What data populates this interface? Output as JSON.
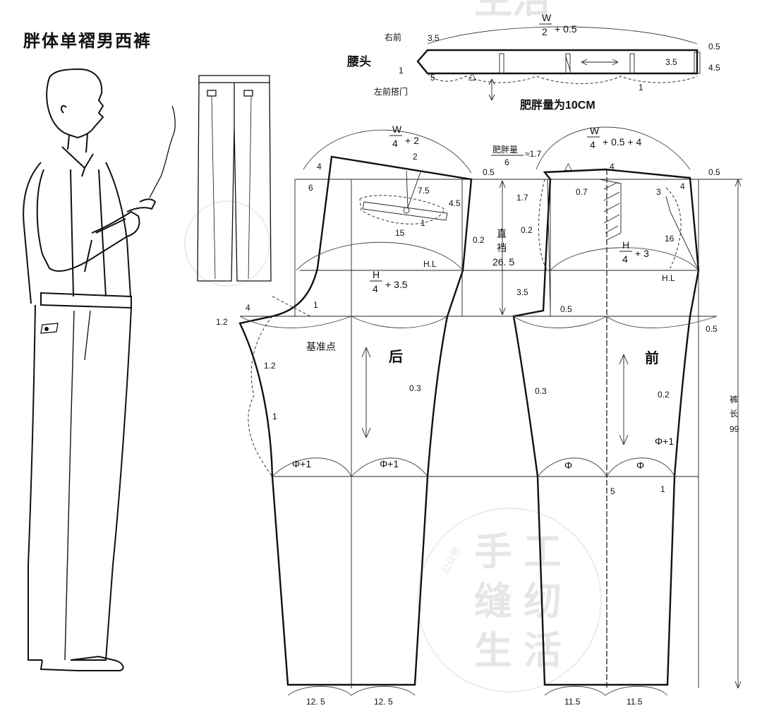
{
  "title": "胖体单褶男西裤",
  "watermark": {
    "chars": [
      "手",
      "工",
      "缝",
      "纫",
      "生",
      "活"
    ],
    "small": "公众号",
    "top": "生活"
  },
  "waistband": {
    "label": "腰头",
    "w_formula_num": "W",
    "w_formula_den": "2",
    "w_formula_add": "+ 0.5",
    "right_front": "右前",
    "left_front_overlap": "左前搭门",
    "note": "肥胖量为10CM",
    "v_35_left": "3.5",
    "v_05": "0.5",
    "v_45": "4.5",
    "v_35_right": "3.5",
    "v_1_left": "1",
    "v_5": "5",
    "v_1_bottom": "1",
    "triangle": "△"
  },
  "back": {
    "label": "后",
    "w_num": "W",
    "w_den": "4",
    "w_add": "+ 2",
    "h_num": "H",
    "h_den": "4",
    "h_add": "+ 3.5",
    "hl": "H.L",
    "base_point": "基准点",
    "v_4_top": "4",
    "v_6": "6",
    "v_2": "2",
    "v_75": "7.5",
    "v_45": "4.5",
    "v_1_pocket": "1",
    "v_15": "15",
    "v_02": "0.2",
    "v_05": "0.5",
    "v_4_left": "4",
    "v_12_top": "1.2",
    "v_1_crotch": "1",
    "v_12_side": "1.2",
    "v_1_side": "1",
    "v_03": "0.3",
    "knee_left": "Φ+1",
    "knee_right": "Φ+1",
    "hem_left": "12. 5",
    "hem_right": "12. 5"
  },
  "crotch_depth": {
    "label_1": "直",
    "label_2": "裆",
    "value": "26. 5"
  },
  "front": {
    "label": "前",
    "fat_label": "肥胖量",
    "fat_den": "6",
    "fat_approx": "≈1.7",
    "w_num": "W",
    "w_den": "4",
    "w_add": "+ 0.5 + 4",
    "h_num": "H",
    "h_den": "4",
    "h_add": "+ 3",
    "hl": "H.L",
    "v_4_top": "4",
    "v_05_top": "0.5",
    "v_3": "3",
    "v_4_right": "4",
    "v_17": "1.7",
    "v_07": "0.7",
    "v_02_upper": "0.2",
    "v_16": "16",
    "v_35": "3.5",
    "v_05_crotch": "0.5",
    "v_05_side": "0.5",
    "v_03": "0.3",
    "v_02_side": "0.2",
    "knee_left": "Φ",
    "knee_right": "Φ",
    "knee_side": "Φ+1",
    "v_5": "5",
    "v_1": "1",
    "hem_left": "11.5",
    "hem_right": "11.5",
    "triangle": "△"
  },
  "trouser_length": {
    "label_1": "裤",
    "label_2": "长",
    "value": "99"
  }
}
